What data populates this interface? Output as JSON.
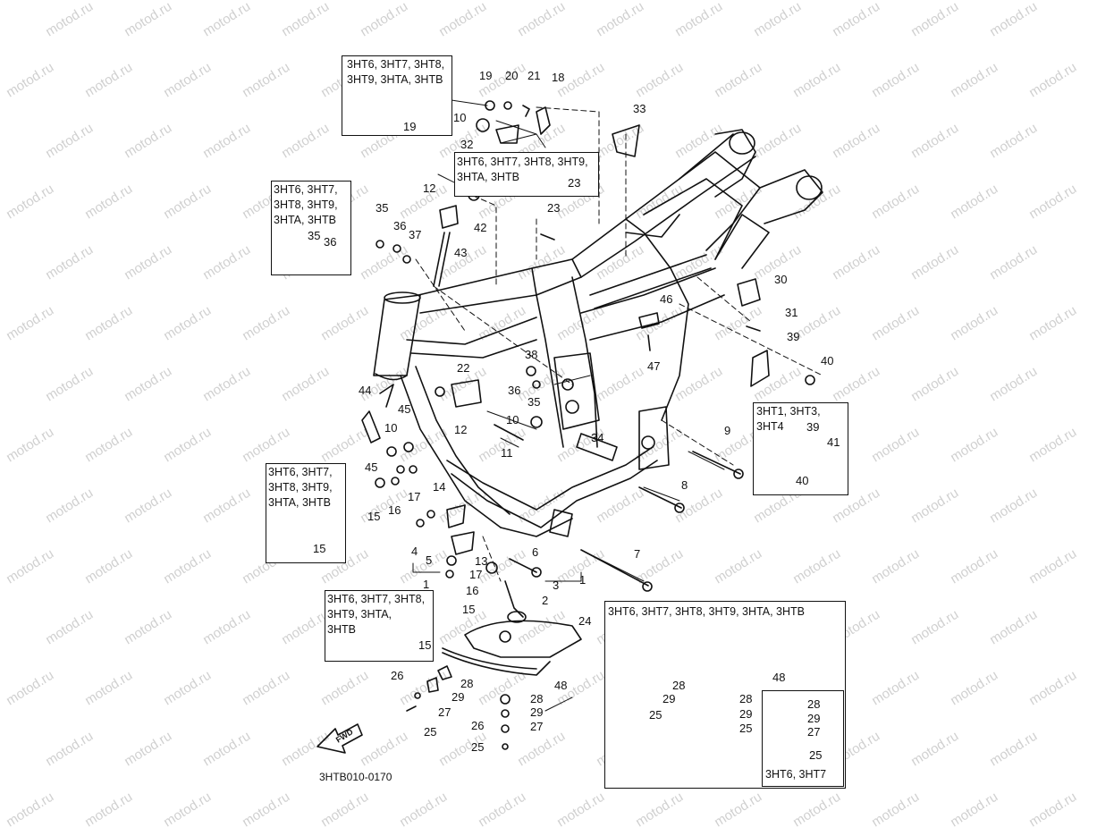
{
  "watermark": "motod.ru",
  "diagram_code": "3HTB010-0170",
  "fwd_label": "FWD",
  "boxes": {
    "b1": "3HT6, 3HT7, 3HT8,\n3HT9, 3HTA, 3HTB",
    "b2": "3HT6, 3HT7, 3HT8, 3HT9,\n3HTA, 3HTB",
    "b3": "3HT6, 3HT7,\n3HT8, 3HT9,\n3HTA, 3HTB",
    "b4": "3HT1, 3HT3,\n3HT4",
    "b5": "3HT6, 3HT7,\n3HT8, 3HT9,\n3HTA, 3HTB",
    "b6": "3HT6, 3HT7, 3HT8,\n3HT9, 3HTA,\n3HTB",
    "b7": "3HT6, 3HT7, 3HT8, 3HT9, 3HTA, 3HTB",
    "b8": "3HT6, 3HT7"
  },
  "callouts": {
    "c19a": "19",
    "c20": "20",
    "c21": "21",
    "c18": "18",
    "c19b": "19",
    "c10a": "10",
    "c32": "32",
    "c33": "33",
    "c23a": "23",
    "c23b": "23",
    "c12a": "12",
    "c42": "42",
    "c43": "43",
    "c35a": "35",
    "c36a": "36",
    "c37": "37",
    "c35b": "35",
    "c36b": "36",
    "c30": "30",
    "c31": "31",
    "c39a": "39",
    "c40a": "40",
    "c46": "46",
    "c47": "47",
    "c38": "38",
    "c36c": "36",
    "c35c": "35",
    "c22": "22",
    "c12b": "12",
    "c10b": "10",
    "c11": "11",
    "c34": "34",
    "c9": "9",
    "c39b": "39",
    "c41": "41",
    "c40b": "40",
    "c8": "8",
    "c44": "44",
    "c45a": "45",
    "c10c": "10",
    "c45b": "45",
    "c15a": "15",
    "c16a": "16",
    "c17a": "17",
    "c14": "14",
    "c15b": "15",
    "c4": "4",
    "c5": "5",
    "c1a": "1",
    "c6": "6",
    "c7": "7",
    "c13": "13",
    "c17b": "17",
    "c16b": "16",
    "c3": "3",
    "c1b": "1",
    "c2": "2",
    "c15c": "15",
    "c15d": "15",
    "c24": "24",
    "c28a": "28",
    "c29a": "29",
    "c26a": "26",
    "c27a": "27",
    "c25a": "25",
    "c48a": "48",
    "c28b": "28",
    "c29b": "29",
    "c26b": "26",
    "c27b": "27",
    "c25b": "25",
    "c48b": "48",
    "c28c": "28",
    "c29c": "29",
    "c25c": "25",
    "c28d": "28",
    "c29d": "29",
    "c25d": "25",
    "c28e": "28",
    "c29e": "29",
    "c27c": "27",
    "c25e": "25"
  }
}
